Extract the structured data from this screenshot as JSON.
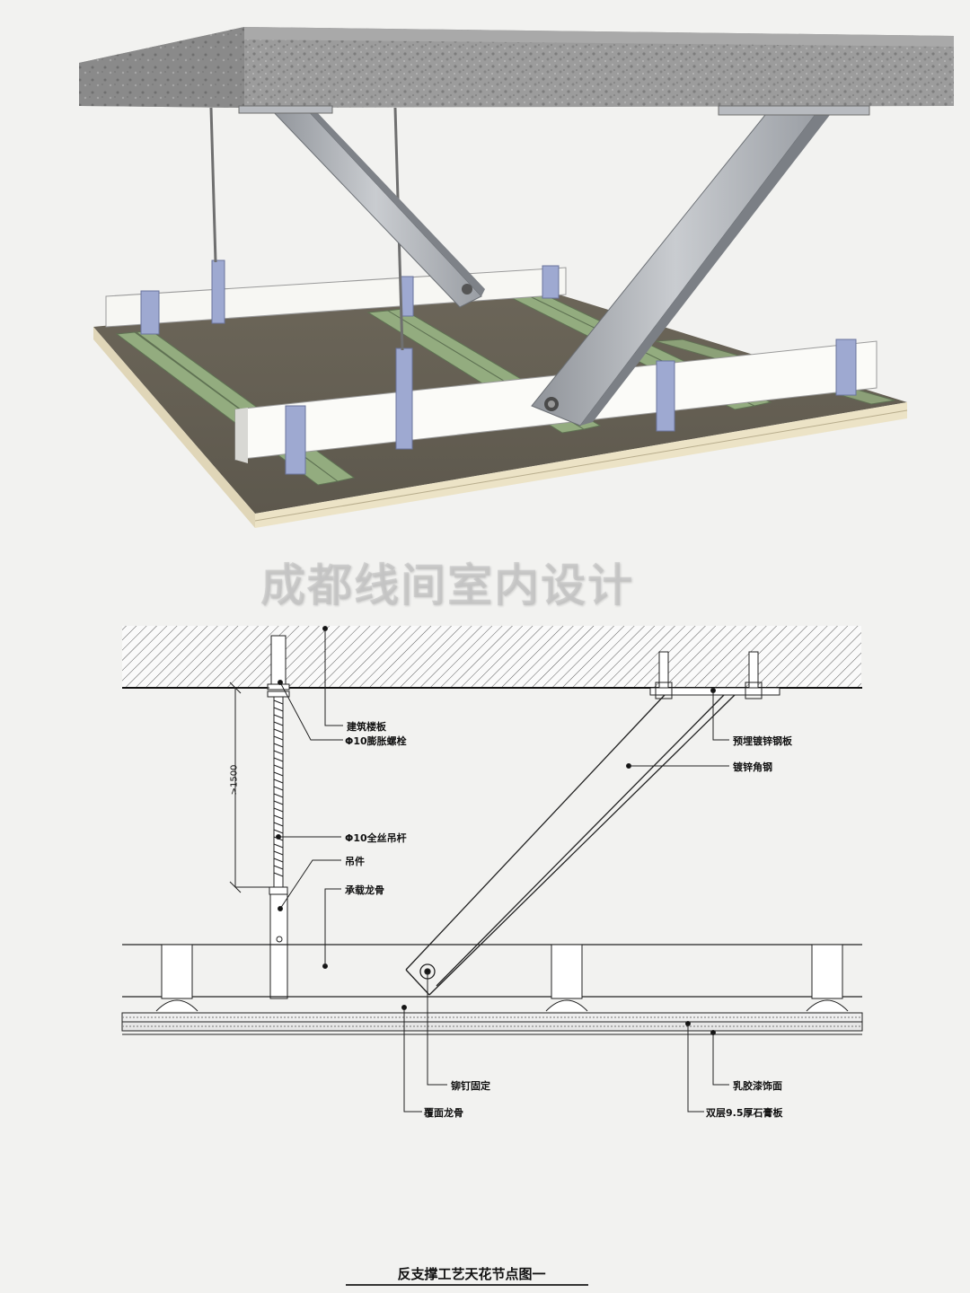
{
  "watermark": "成都线间室内设计",
  "labels": {
    "floor_slab": "建筑楼板",
    "expansion_bolt": "Φ10膨胀螺栓",
    "embedded_plate": "预埋镀锌钢板",
    "angle_steel": "镀锌角钢",
    "threaded_rod": "Φ10全丝吊杆",
    "hanger": "吊件",
    "main_keel": "承载龙骨",
    "rivet": "铆钉固定",
    "latex_paint": "乳胶漆饰面",
    "cover_keel": "覆面龙骨",
    "gypsum_board": "双层9.5厚石膏板"
  },
  "dimension": ">1500",
  "title": "反支撑工艺天花节点图一"
}
